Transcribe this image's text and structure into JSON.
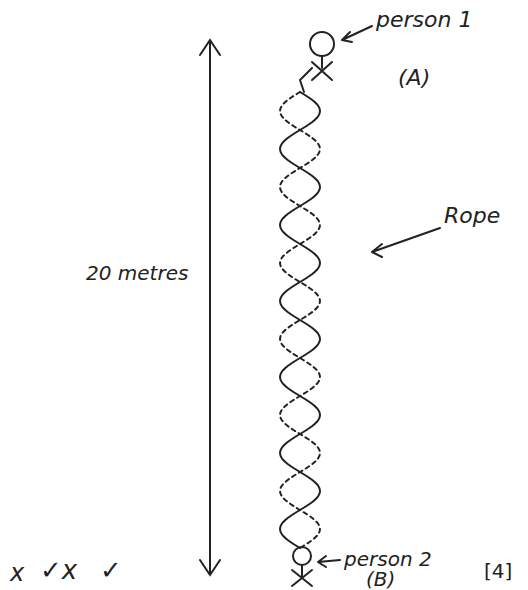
{
  "diagram": {
    "labels": [
      "person 1",
      "(A)",
      "Rope",
      "20 metres",
      "person 2",
      "(B)",
      "x",
      "✓x",
      "✓",
      "[4]"
    ]
  }
}
